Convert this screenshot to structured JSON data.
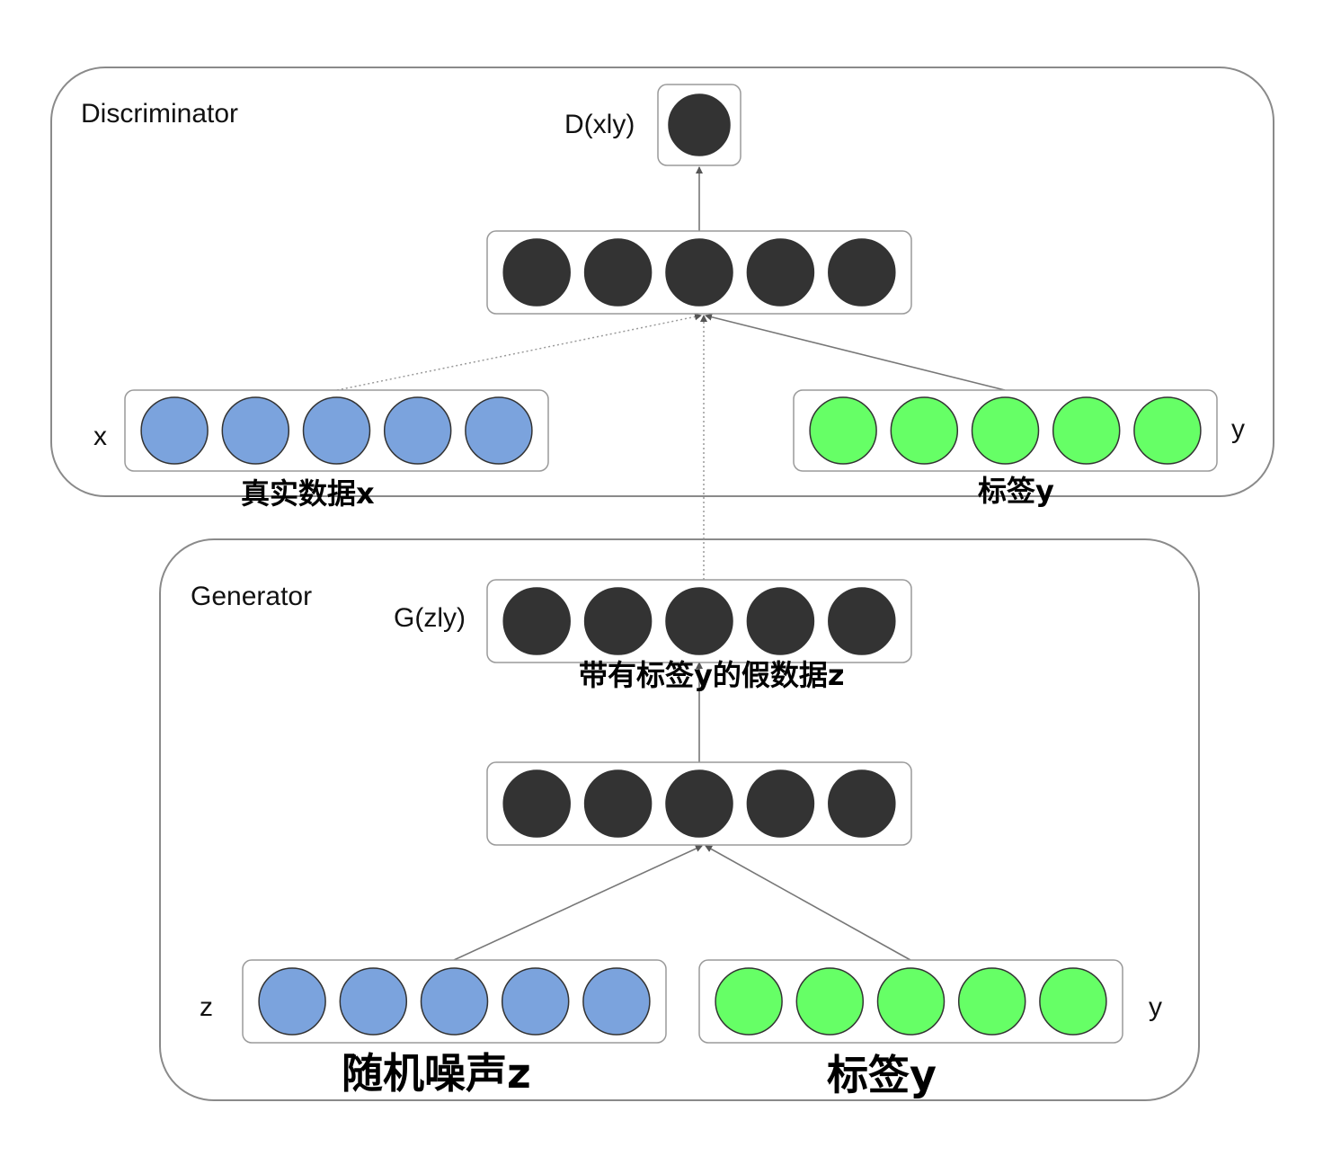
{
  "panels": {
    "discriminator": {
      "title": "Discriminator"
    },
    "generator": {
      "title": "Generator"
    }
  },
  "labels": {
    "d_output": "D(xly)",
    "g_output": "G(zly)",
    "x": "x",
    "y_disc": "y",
    "z": "z",
    "y_gen": "y"
  },
  "annotations": {
    "real_data": "真实数据x",
    "label_disc": "标签y",
    "fake_data": "带有标签y的假数据z",
    "noise": "随机噪声z",
    "label_gen": "标签y"
  },
  "colors": {
    "dark_neuron": "#333333",
    "blue_neuron": "#7ba3dd",
    "green_neuron": "#66ff66"
  },
  "layers": [
    {
      "id": "disc-output",
      "role": "Discriminator output D(xly)",
      "neurons": 1,
      "fill": "dark"
    },
    {
      "id": "disc-hidden",
      "role": "Discriminator hidden layer",
      "neurons": 5,
      "fill": "dark"
    },
    {
      "id": "disc-x",
      "role": "Input x",
      "neurons": 5,
      "fill": "blue"
    },
    {
      "id": "disc-y",
      "role": "Input y",
      "neurons": 5,
      "fill": "green"
    },
    {
      "id": "gen-output",
      "role": "Generator output G(zly)",
      "neurons": 5,
      "fill": "dark"
    },
    {
      "id": "gen-hidden",
      "role": "Generator hidden layer",
      "neurons": 5,
      "fill": "dark"
    },
    {
      "id": "gen-z",
      "role": "Input z",
      "neurons": 5,
      "fill": "blue"
    },
    {
      "id": "gen-y",
      "role": "Input y",
      "neurons": 5,
      "fill": "green"
    }
  ]
}
